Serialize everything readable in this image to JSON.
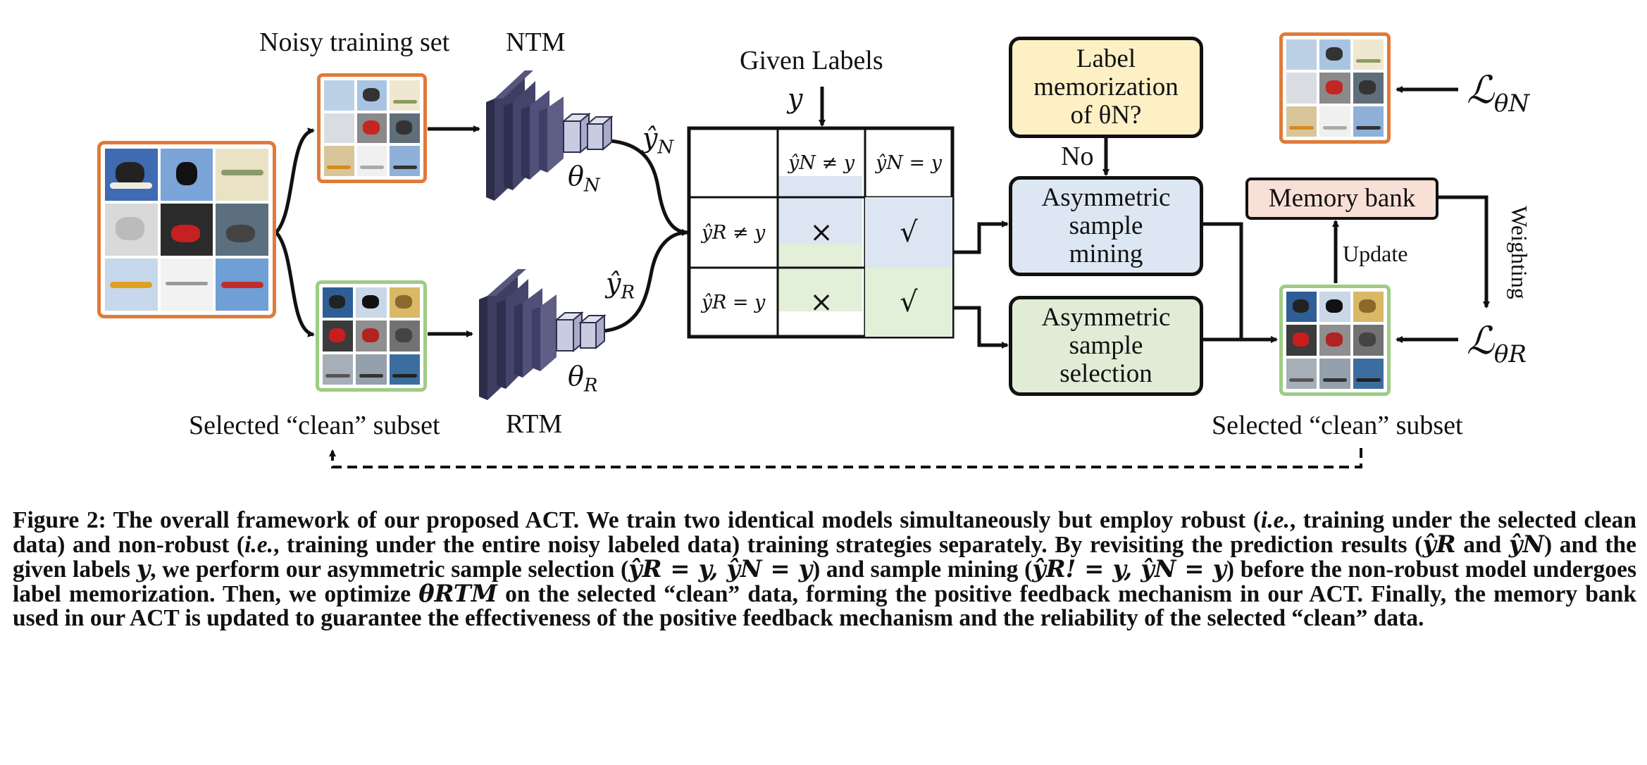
{
  "figure": {
    "noisy_set_label": "Noisy training set",
    "ntm_label": "NTM",
    "rtm_label": "RTM",
    "selected_left_label": "Selected “clean” subset",
    "selected_right_label": "Selected “clean” subset",
    "theta_n": "θ",
    "theta_n_sub": "N",
    "theta_r": "θ",
    "theta_r_sub": "R",
    "yhat_n": "ŷ",
    "yhat_n_sub": "N",
    "yhat_r": "ŷ",
    "yhat_r_sub": "R",
    "given_labels": "Given Labels",
    "given_y": "y",
    "table": {
      "col_headers": [
        "ŷN ≠ y",
        "ŷN = y"
      ],
      "row_headers": [
        "ŷR ≠ y",
        "ŷR = y"
      ],
      "cells": [
        [
          "×",
          "√"
        ],
        [
          "×",
          "√"
        ]
      ]
    },
    "memorization_box": [
      "Label",
      "memorization",
      "of θN?"
    ],
    "no_label": "No",
    "mining_box": [
      "Asymmetric",
      "sample",
      "mining"
    ],
    "selection_box": [
      "Asymmetric",
      "sample",
      "selection"
    ],
    "memory_bank": "Memory bank",
    "update_label": "Update",
    "weighting_label": "Weighting",
    "loss_n": "ℒ",
    "loss_n_sub": "θN",
    "loss_r": "ℒ",
    "loss_r_sub": "θR",
    "colors": {
      "orange_frame": "#e07b39",
      "green_frame": "#9dcc84",
      "memorization_fill": "#fdf0c5",
      "mining_fill": "#dde7f3",
      "selection_fill": "#e1ecd7",
      "memory_fill": "#f9e0d6",
      "check_blue": "#dce6f2",
      "check_green": "#e2efd9",
      "net_dark": "#3c3c5e",
      "net_light": "#c9cce0"
    }
  },
  "caption": {
    "p1": "Figure 2: The overall framework of our proposed ACT. We train two identical models simultaneously but employ robust (",
    "ie1": "i.e.",
    "p2": ", training under the selected clean data) and non-robust (",
    "ie2": "i.e.",
    "p3": ", training under the entire noisy labeled data) training strategies separately. By revisiting the prediction results (",
    "m1": "ŷR",
    "p4": " and ",
    "m2": "ŷN",
    "p5": ") and the given labels ",
    "m3": "y",
    "p6": ", we perform our asymmetric sample selection (",
    "m4": "ŷR = y, ŷN = y",
    "p7": ") and sample mining (",
    "m5": "ŷR! = y, ŷN = y",
    "p8": ") before the non-robust model undergoes label memorization. Then, we optimize ",
    "m6": "θRTM",
    "p9": " on the selected “clean” data, forming the positive feedback mechanism in our ACT. Finally, the memory bank used in our ACT is updated to guarantee the effectiveness of the positive feedback mechanism and the reliability of the selected “clean” data."
  }
}
